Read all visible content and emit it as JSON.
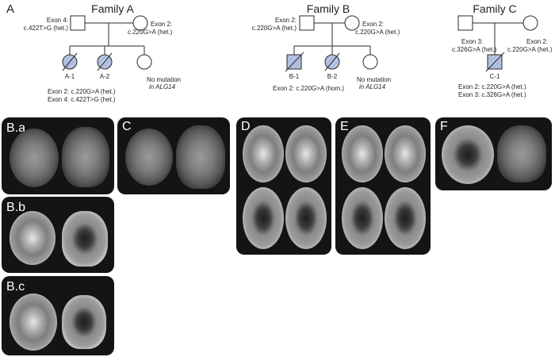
{
  "figure_letter": "A",
  "families": [
    {
      "title": "Family A",
      "father_note": [
        "Exon 4:",
        "c.422T>G (het.)"
      ],
      "mother_note": [
        "Exon 2:",
        "c.220G>A (het.)"
      ],
      "children": [
        {
          "id": "A-1",
          "affected": true,
          "deceased": true
        },
        {
          "id": "A-2",
          "affected": true,
          "deceased": true
        },
        {
          "id": "",
          "affected": false,
          "deceased": false
        }
      ],
      "affected_note": [
        "Exon 2: c.220G>A (het.)",
        "Exon 4: c.422T>G (het.)"
      ],
      "unaffected_note": [
        "No mutation",
        "in ALG14"
      ]
    },
    {
      "title": "Family B",
      "father_note": [
        "Exon 2:",
        "c.220G>A (het.)"
      ],
      "mother_note": [
        "Exon 2:",
        "c.220G>A (het.)"
      ],
      "children": [
        {
          "id": "B-1",
          "affected": true,
          "deceased": true
        },
        {
          "id": "B-2",
          "affected": true,
          "deceased": true
        },
        {
          "id": "",
          "affected": false,
          "deceased": false
        }
      ],
      "affected_note": [
        "Exon 2: c.220G>A (hom.)"
      ],
      "unaffected_note": [
        "No mutation",
        "in ALG14"
      ]
    },
    {
      "title": "Family C",
      "father_note": [
        "Exon 3:",
        "c.326G>A (het.)"
      ],
      "mother_note": [
        "Exon 2:",
        "c.220G>A (het.)"
      ],
      "children": [
        {
          "id": "C-1",
          "affected": true,
          "deceased": true
        }
      ],
      "affected_note": [
        "Exon 2: c.220G>A (het.)",
        "Exon 3: c.326G>A (het.)"
      ]
    }
  ],
  "panels": {
    "Ba": "B.a",
    "Bb": "B.b",
    "Bc": "B.c",
    "C": "C",
    "D": "D",
    "E": "E",
    "F": "F"
  },
  "colors": {
    "affected_fill": "#b9c6e4",
    "line": "#2a2a2a",
    "panel_bg": "#141414"
  }
}
